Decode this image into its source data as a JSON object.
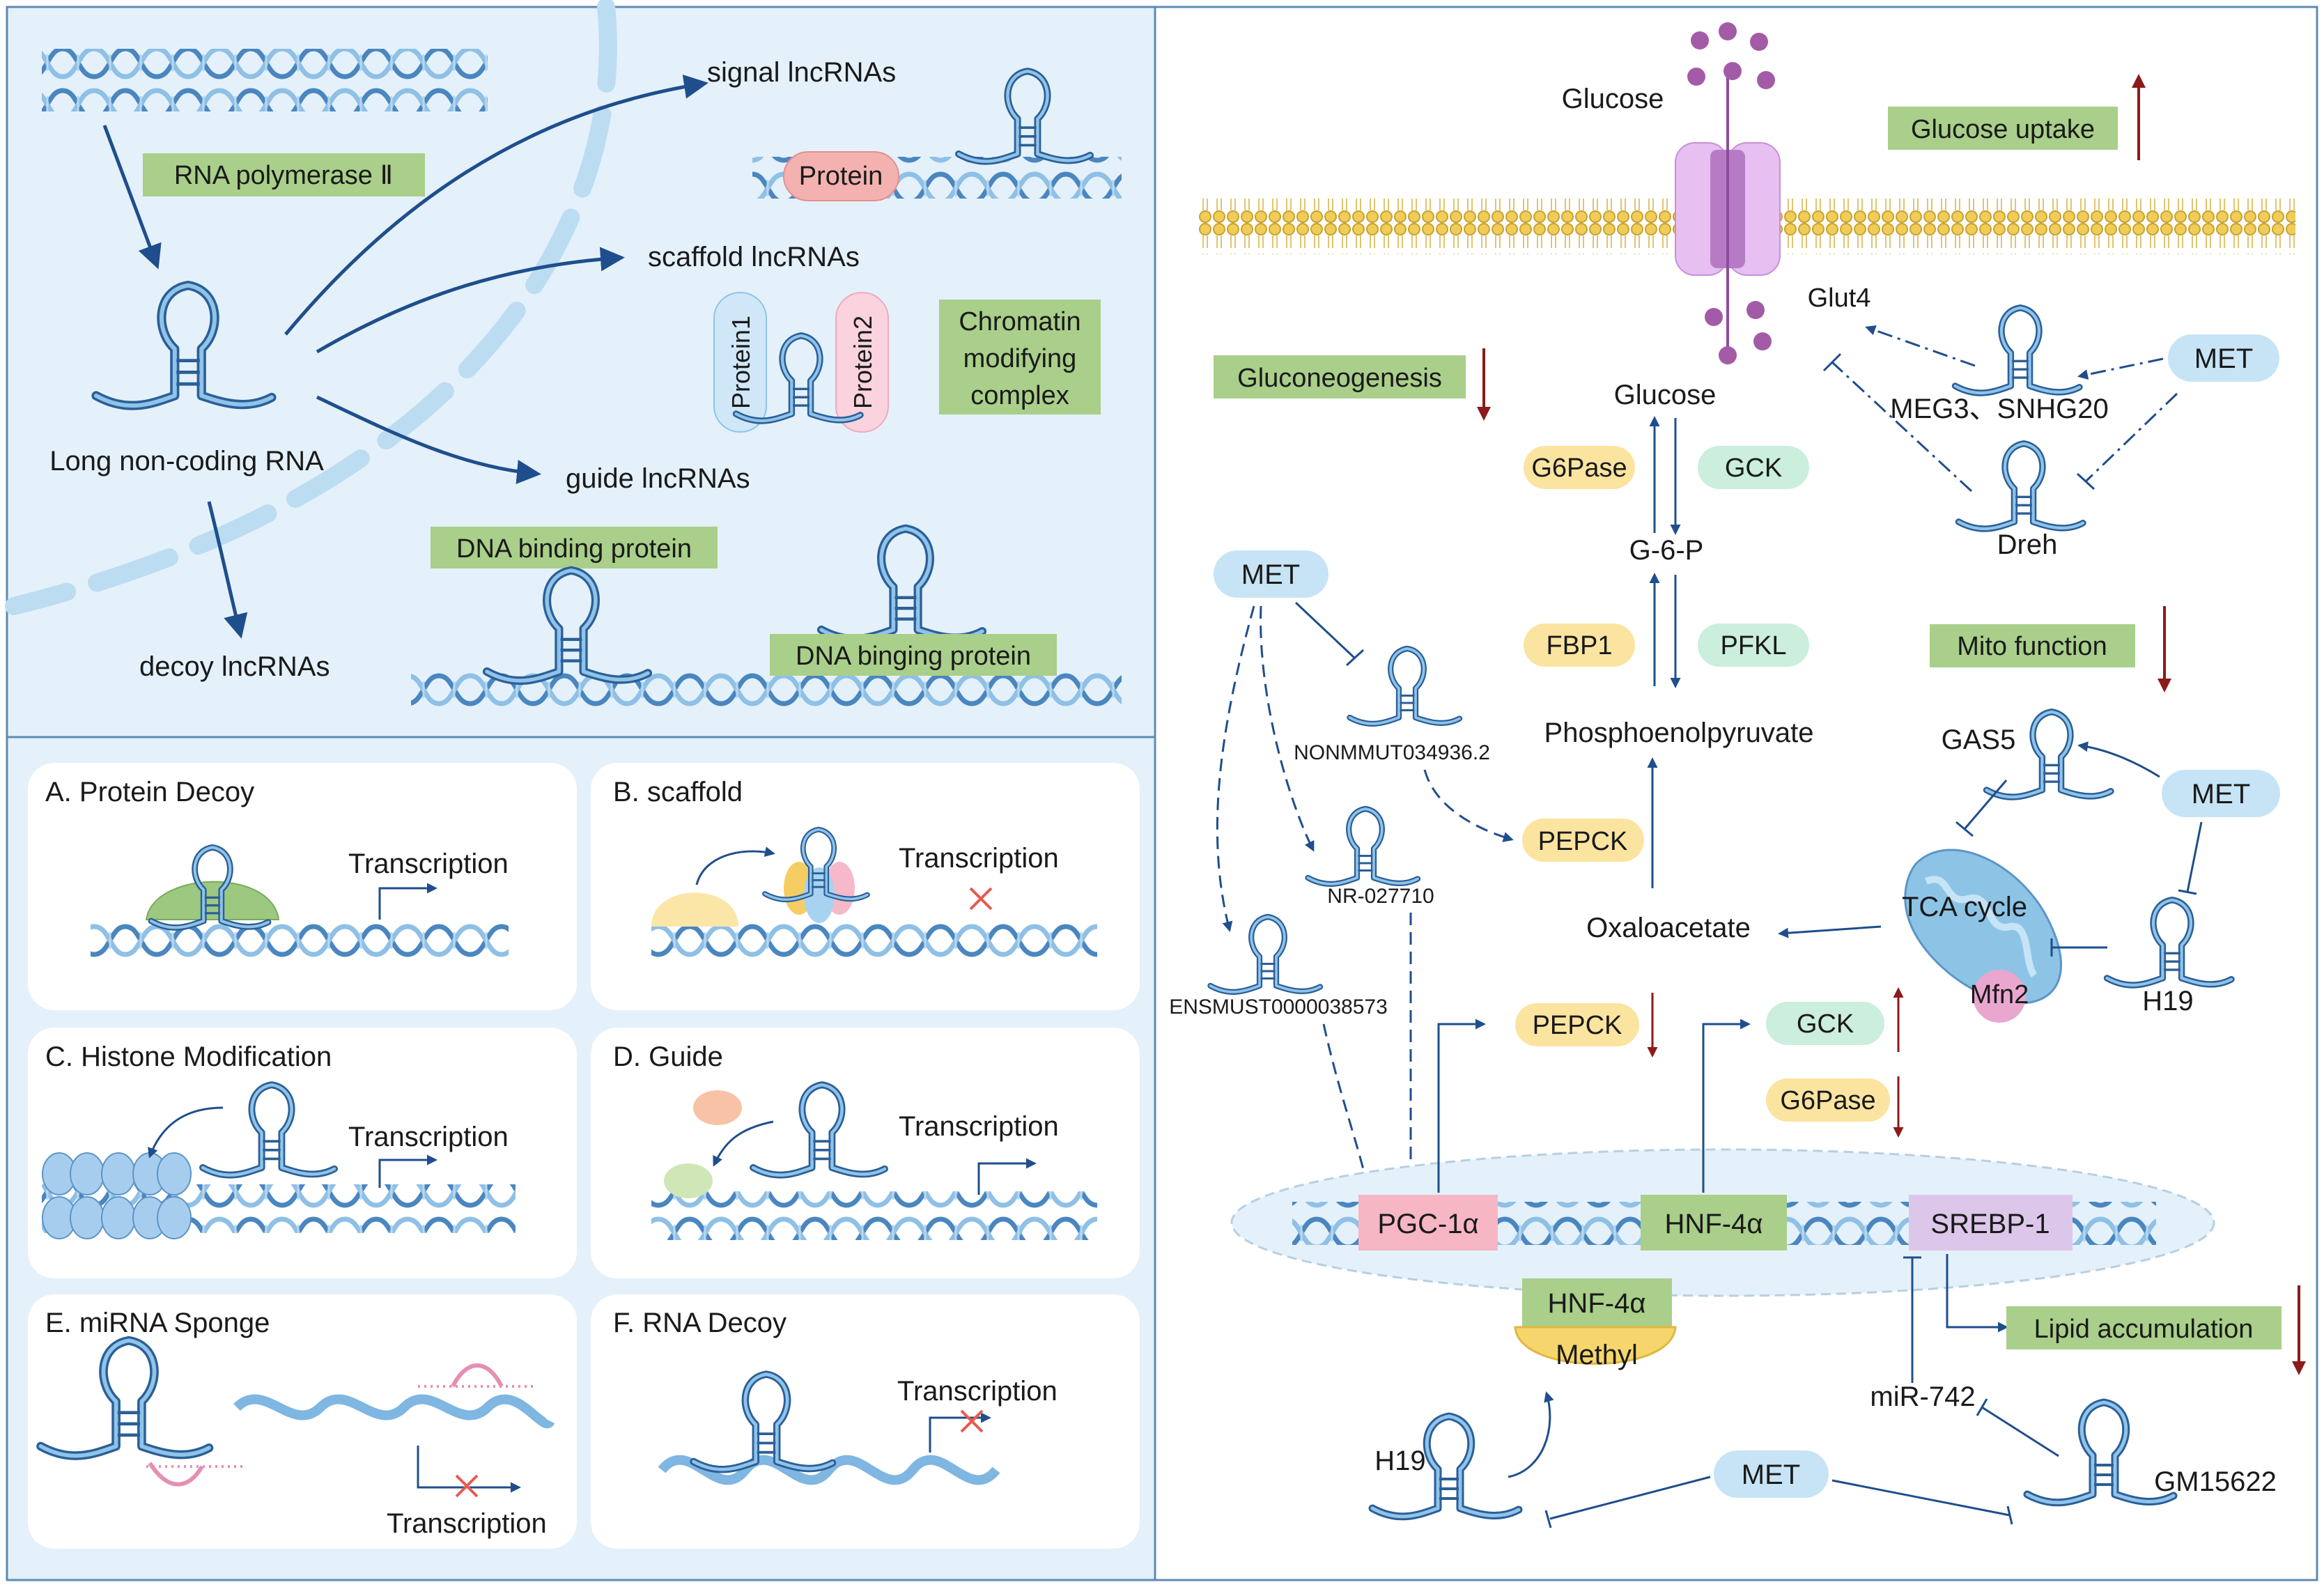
{
  "lnc": {
    "rna_pol": "RNA polymerase Ⅱ",
    "source": "Long non-coding RNA",
    "signal": "signal lncRNAs",
    "scaffold": "scaffold lncRNAs",
    "guide": "guide lncRNAs",
    "decoy": "decoy lncRNAs",
    "protein": "Protein",
    "protein1": "Protein1",
    "protein2": "Protein2",
    "chromatin": [
      "Chromatin",
      "modifying",
      "complex"
    ],
    "dna_bp1": "DNA binding protein",
    "dna_bp2": "DNA binging protein"
  },
  "mech": {
    "a": "A. Protein Decoy",
    "b": "B. scaffold",
    "c": "C. Histone Modification",
    "d": "D. Guide",
    "e": "E. miRNA Sponge",
    "f": "F. RNA Decoy",
    "transcription": "Transcription"
  },
  "met": {
    "glucose_top": "Glucose",
    "glucose_uptake": "Glucose uptake",
    "glut4": "Glut4",
    "met": "MET",
    "meg3": "MEG3、SNHG20",
    "dreh": "Dreh",
    "gluconeogenesis": "Gluconeogenesis",
    "glucose": "Glucose",
    "g6pase": "G6Pase",
    "gck": "GCK",
    "g6p": "G-6-P",
    "fbp1": "FBP1",
    "pfkl": "PFKL",
    "pep": "Phosphoenolpyruvate",
    "nonm": "NONMMUT034936.2",
    "pepck": "PEPCK",
    "nr": "NR-027710",
    "ensm": "ENSMUST0000038573",
    "oxalo": "Oxaloacetate",
    "mito": "Mito function",
    "gas5": "GAS5",
    "tca": "TCA cycle",
    "mfn2": "Mfn2",
    "h19": "H19",
    "pgc": "PGC-1α",
    "hnf": "HNF-4α",
    "srebp": "SREBP-1",
    "methyl": "Methyl",
    "lipid": "Lipid accumulation",
    "mir742": "miR-742",
    "gm": "GM15622"
  },
  "colors": {
    "panel_bg": "#e4f1fa",
    "border": "#5e8bb0",
    "green": "#a9cf8a",
    "yellow": "#fbe4a0",
    "mint": "#cbeedd",
    "blue_pill": "#c7e4f6",
    "pink": "#f6b9c9",
    "lavender": "#d9c3e6",
    "arrow": "#1f4e8c",
    "red": "#8b1a1a",
    "glucose": "#a35ba8",
    "membrane": "#e8c24a"
  }
}
